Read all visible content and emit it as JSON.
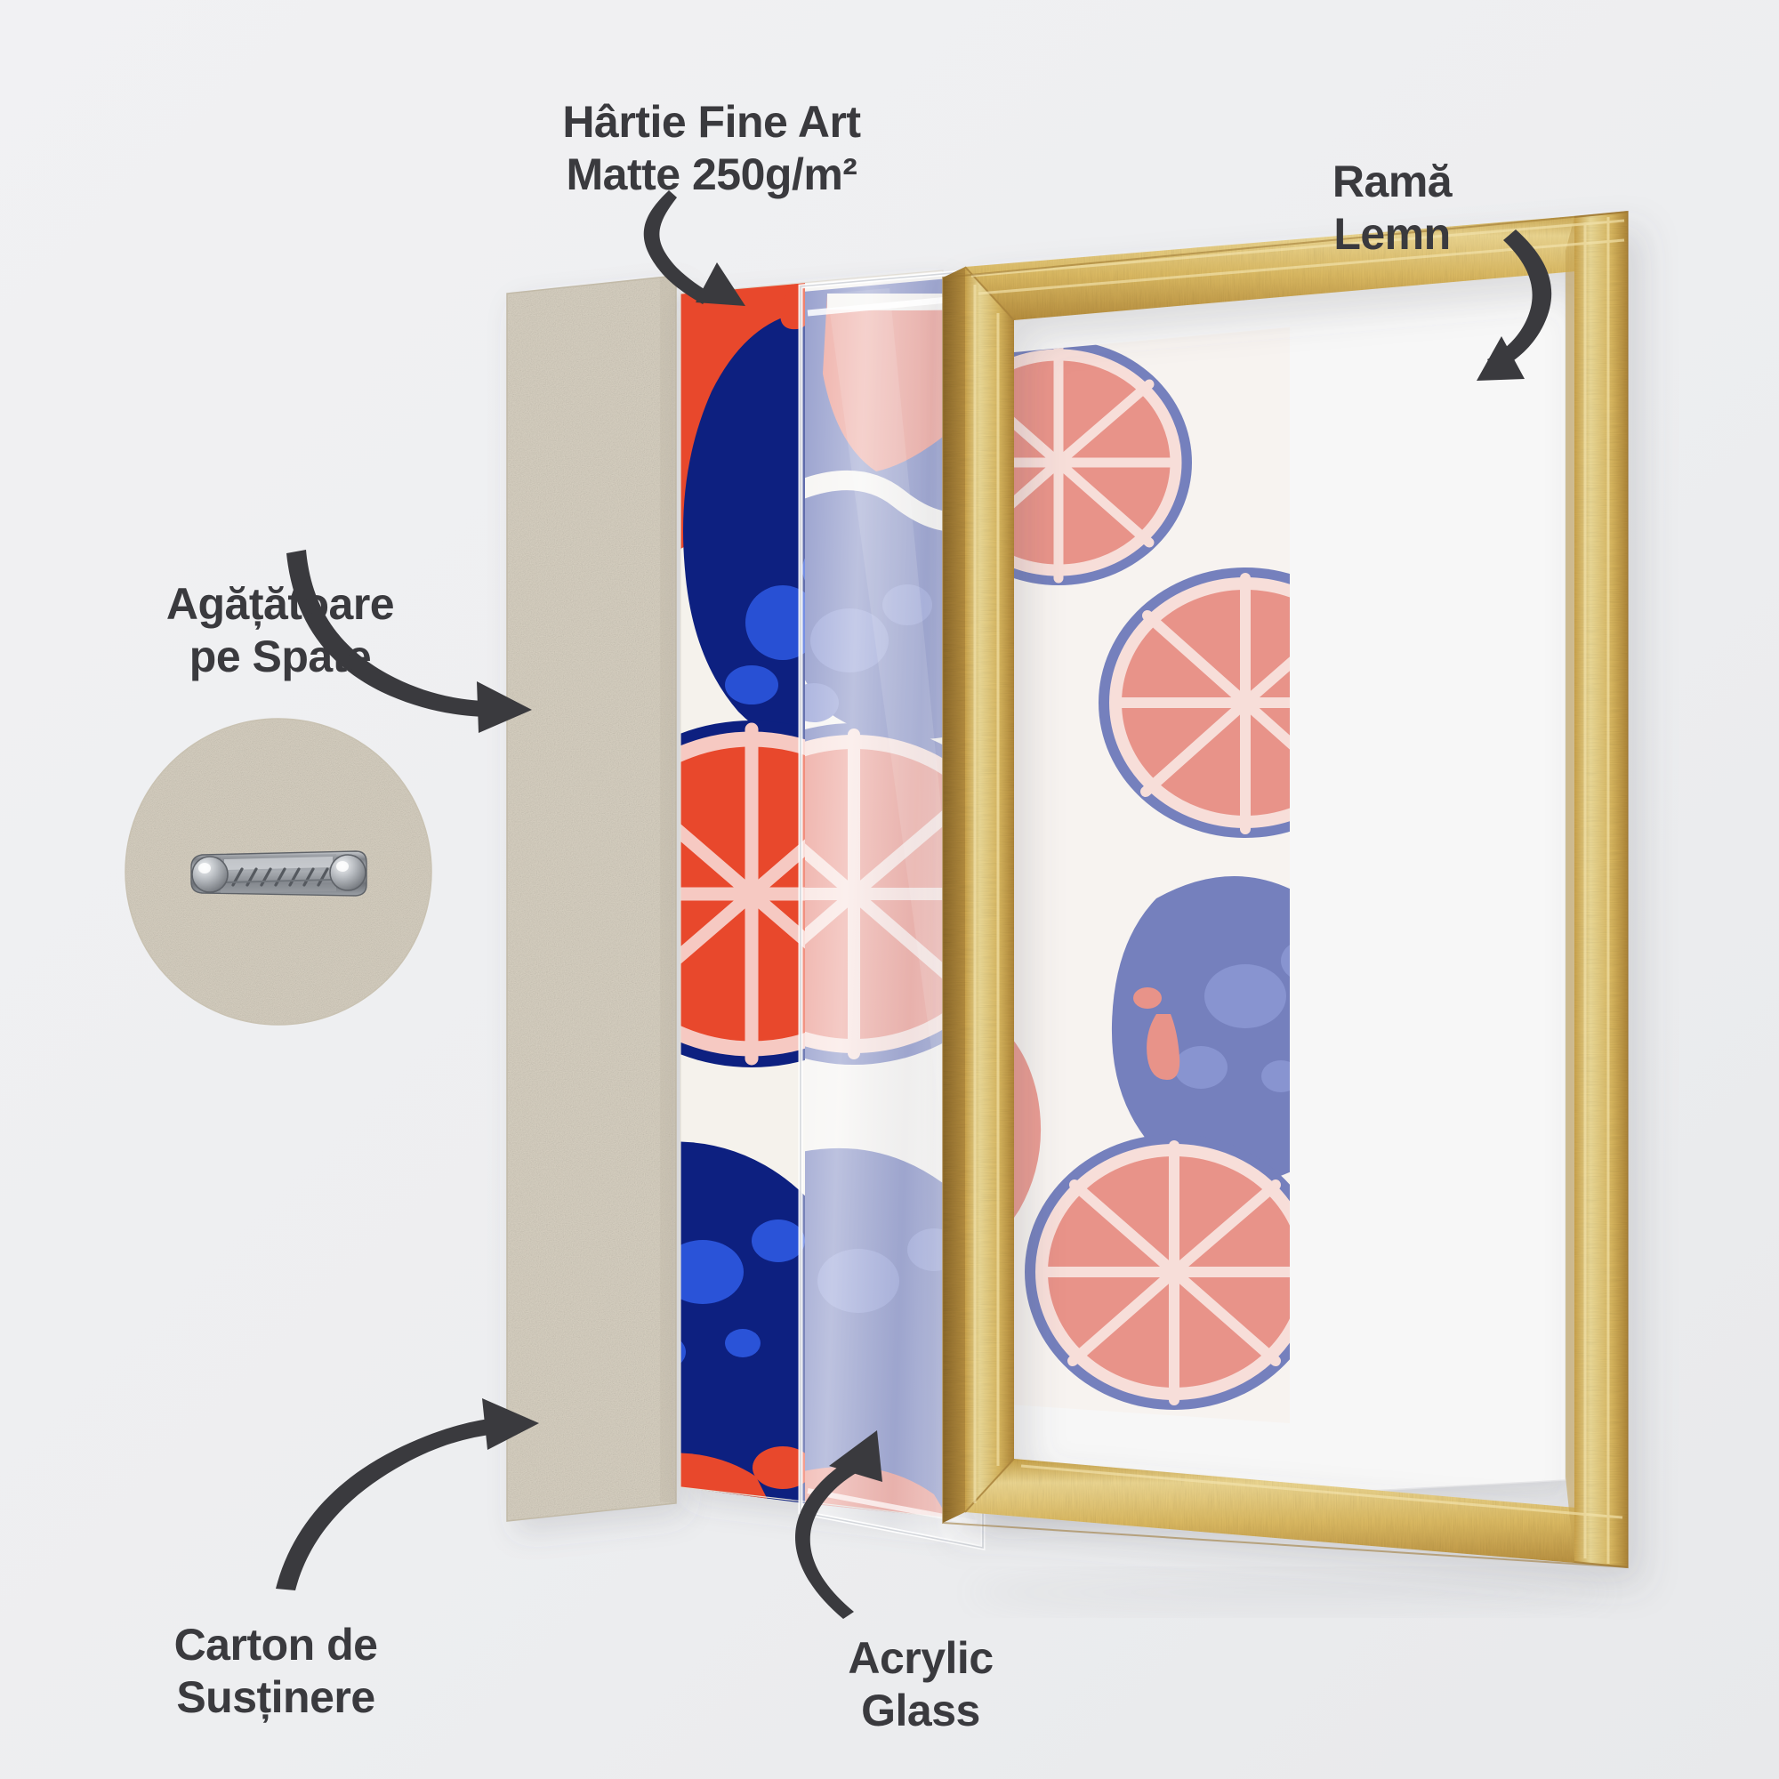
{
  "page": {
    "title": "Exploded view of framed fine art print construction",
    "background_color": "#eeeef0"
  },
  "labels": {
    "paper": "Hârtie Fine Art\nMatte 250g/m²",
    "frame": "Ramă\nLemn",
    "hanger": "Agățătoare\npe Spate",
    "backing_board": "Carton de\nSusținere",
    "acrylic": "Acrylic\nGlass",
    "text_color": "#3a3a3e"
  },
  "layers": [
    {
      "name": "backing-board",
      "label_key": "backing_board",
      "material": "kraft cardboard",
      "color": "#d6cfc0"
    },
    {
      "name": "art-print",
      "label_key": "paper",
      "material": "fine art matte paper 250 g/m²",
      "color": "#f3f1ec"
    },
    {
      "name": "acrylic-glass",
      "label_key": "acrylic",
      "material": "acrylic",
      "color": "#ffffff"
    },
    {
      "name": "wood-frame",
      "label_key": "frame",
      "material": "wood",
      "color": "#d6b25a"
    }
  ],
  "artwork": {
    "name": "grapefruit-and-fig-pattern",
    "colors": {
      "navy": "#0d2080",
      "bright_blue": "#2a53d8",
      "orange_red": "#e8482c",
      "pink_rind": "#f6c9c2",
      "cream": "#f5f2ec",
      "periwinkle": "#6b77b8",
      "salmon": "#e78b80",
      "pale_pink": "#f7dcd7"
    }
  },
  "hanger": {
    "name": "sawtooth-hanger",
    "metal_color": "#8d8f92",
    "board_color": "#d8d1c2"
  },
  "frame": {
    "gold_light": "#e8cf83",
    "gold_mid": "#d2ae55",
    "gold_dark": "#a8813a"
  },
  "arrows": [
    {
      "name": "arrow-to-backing-board-top",
      "points_to": "backing-board"
    },
    {
      "name": "arrow-to-art-print",
      "points_to": "art-print"
    },
    {
      "name": "arrow-to-frame",
      "points_to": "wood-frame"
    },
    {
      "name": "arrow-to-backing-board-bottom",
      "points_to": "backing-board"
    },
    {
      "name": "arrow-to-acrylic",
      "points_to": "acrylic-glass"
    }
  ]
}
